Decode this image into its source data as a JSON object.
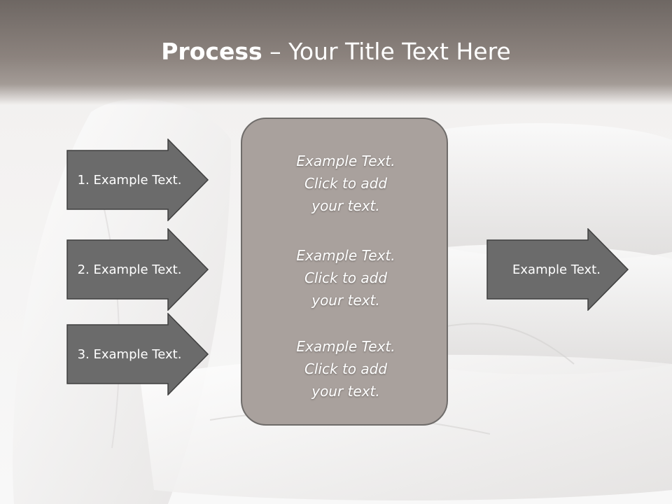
{
  "title": {
    "bold": "Process",
    "rest": " – Your Title Text Here"
  },
  "inputs": [
    {
      "label": "1. Example Text."
    },
    {
      "label": "2. Example Text."
    },
    {
      "label": "3. Example Text."
    }
  ],
  "center": {
    "blocks": [
      {
        "lines": [
          "Example Text.",
          "Click  to add",
          "your text."
        ]
      },
      {
        "lines": [
          "Example Text.",
          "Click  to add",
          "your text."
        ]
      },
      {
        "lines": [
          "Example Text.",
          "Click  to add",
          "your text."
        ]
      }
    ]
  },
  "output": {
    "label": "Example Text."
  },
  "colors": {
    "arrow_fill": "#6b6b6b",
    "arrow_stroke": "#3f3f3f",
    "center_fill": "#a9a19d",
    "title_bar": "#8c837e"
  }
}
